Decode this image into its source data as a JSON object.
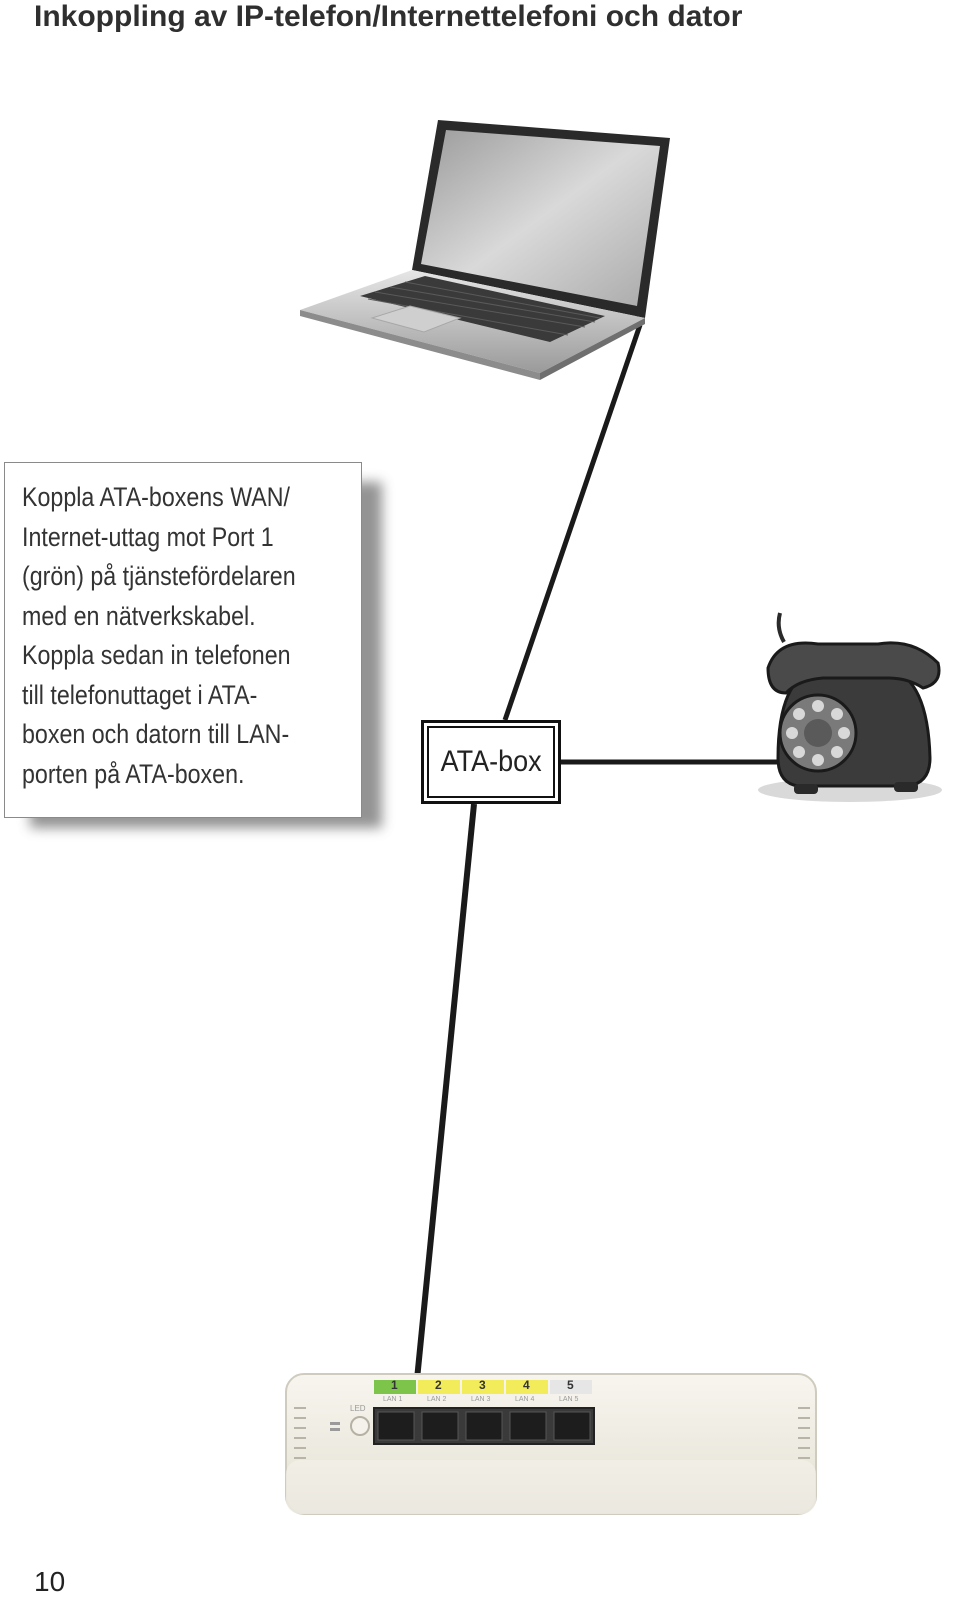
{
  "page": {
    "title": "Inkoppling av IP-telefon/Internettelefoni och dator",
    "page_number": "10"
  },
  "callout": {
    "text": "Koppla ATA-boxens WAN/\nInternet-uttag mot Port 1\n(grön) på tjänstefördelaren\nmed en nätverkskabel.\nKoppla sedan in telefonen\ntill telefonuttaget i ATA-\nboxen och datorn till LAN-\nporten på ATA-boxen."
  },
  "ata_box": {
    "label": "ATA-box"
  },
  "router": {
    "port_numbers": [
      "1",
      "2",
      "3",
      "4",
      "5"
    ],
    "port_labels": [
      "LAN 1",
      "LAN 2",
      "LAN 3",
      "LAN 4",
      "LAN 5"
    ],
    "led_label": "LED",
    "port_colors": [
      "#7cc44a",
      "#f3ec5a",
      "#f3ec5a",
      "#f3ec5a",
      "#e6e6e6"
    ]
  },
  "icons": [
    "laptop-icon",
    "rotary-phone-icon",
    "router-icon"
  ]
}
